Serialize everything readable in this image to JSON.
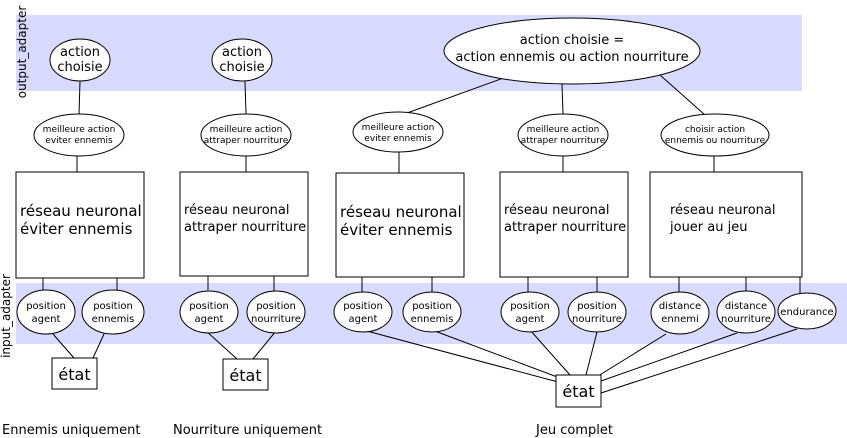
{
  "bands": {
    "output_label": "output_adapter",
    "input_label": "input_adapter"
  },
  "output_actions": {
    "a1": [
      "action",
      "choisie"
    ],
    "a2": [
      "action",
      "choisie"
    ],
    "a3": [
      "action choisie =",
      "action ennemis ou action nourriture"
    ]
  },
  "intermediate": {
    "m1": [
      "meilleure action",
      "eviter ennemis"
    ],
    "m2": [
      "meilleure action",
      "attraper nourriture"
    ],
    "m3": [
      "meilleure action",
      "eviter ennemis"
    ],
    "m4": [
      "meilleure action",
      "attraper nourriture"
    ],
    "m5": [
      "choisir action",
      "ennemis ou nourriture"
    ]
  },
  "networks": {
    "n1": [
      "réseau neuronal",
      "éviter ennemis"
    ],
    "n2": [
      "réseau neuronal",
      "attraper nourriture"
    ],
    "n3": [
      "réseau neuronal",
      "éviter ennemis"
    ],
    "n4": [
      "réseau neuronal",
      "attraper nourriture"
    ],
    "n5": [
      "réseau neuronal",
      "jouer au jeu"
    ]
  },
  "inputs": {
    "i1": [
      "position",
      "agent"
    ],
    "i2": [
      "position",
      "ennemis"
    ],
    "i3": [
      "position",
      "agent"
    ],
    "i4": [
      "position",
      "nourriture"
    ],
    "i5": [
      "position",
      "agent"
    ],
    "i6": [
      "position",
      "ennemis"
    ],
    "i7": [
      "position",
      "agent"
    ],
    "i8": [
      "position",
      "nourriture"
    ],
    "i9": [
      "distance",
      "ennemi"
    ],
    "i10": [
      "distance",
      "nourriture"
    ],
    "i11": [
      "endurance"
    ]
  },
  "states": {
    "s1": "état",
    "s2": "état",
    "s3": "état"
  },
  "captions": {
    "c1": "Ennemis uniquement",
    "c2": "Nourriture uniquement",
    "c3": "Jeu complet"
  }
}
